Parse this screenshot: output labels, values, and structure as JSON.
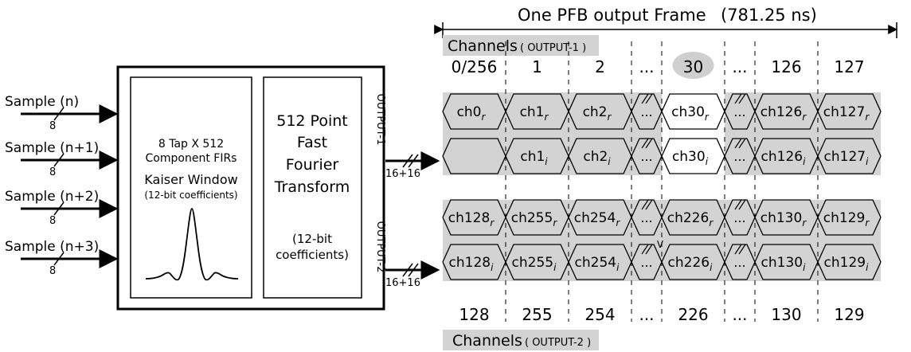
{
  "frame_title": "One PFB output Frame",
  "frame_duration": "(781.25 ns)",
  "channels_label": "Channels",
  "output1_tag": "( OUTPUT-1 )",
  "output2_tag": "( OUTPUT-2 )",
  "inputs": [
    {
      "label": "Sample (n)",
      "width": "8"
    },
    {
      "label": "Sample (n+1)",
      "width": "8"
    },
    {
      "label": "Sample (n+2)",
      "width": "8"
    },
    {
      "label": "Sample (n+3)",
      "width": "8"
    }
  ],
  "fir_block": {
    "line1": "8 Tap X 512",
    "line2": "Component FIRs",
    "window": "Kaiser Window",
    "coeff": "(12-bit coefficients)"
  },
  "fft_block": {
    "lines": [
      "512 Point",
      "Fast",
      "Fourier",
      "Transform"
    ],
    "coeff1": "(12-bit",
    "coeff2": "coefficients)"
  },
  "output_labels": [
    "OUTPUT-1",
    "OUTPUT-2"
  ],
  "bus_widths": [
    "16+16",
    "16+16"
  ],
  "top_channel_headers": [
    "0/256",
    "1",
    "2",
    "...",
    "30",
    "...",
    "126",
    "127"
  ],
  "bottom_channel_headers": [
    "128",
    "255",
    "254",
    "...",
    "226",
    "...",
    "130",
    "129"
  ],
  "slots": [
    {
      "kind": "wide",
      "out1": "0",
      "out2": "128",
      "o1r": "ch0",
      "o1i": "",
      "o2r": "ch128",
      "o2i": "ch128"
    },
    {
      "kind": "wide",
      "out1": "1",
      "out2": "255",
      "o1r": "ch1",
      "o1i": "ch1",
      "o2r": "ch255",
      "o2i": "ch255"
    },
    {
      "kind": "wide",
      "out1": "2",
      "out2": "254",
      "o1r": "ch2",
      "o1i": "ch2",
      "o2r": "ch254",
      "o2i": "ch254"
    },
    {
      "kind": "narrow",
      "text": "..."
    },
    {
      "kind": "wide",
      "highlight": true,
      "out1": "30",
      "out2": "226",
      "o1r": "ch30",
      "o1i": "ch30",
      "o2r": "ch226",
      "o2i": "ch226"
    },
    {
      "kind": "narrow",
      "text": "..."
    },
    {
      "kind": "wide",
      "out1": "126",
      "out2": "130",
      "o1r": "ch126",
      "o1i": "ch126",
      "o2r": "ch130",
      "o2i": "ch130"
    },
    {
      "kind": "wide",
      "out1": "127",
      "out2": "129",
      "o1r": "ch127",
      "o1i": "ch127",
      "o2r": "ch129",
      "o2i": "ch129"
    }
  ],
  "subscripts": {
    "real": "r",
    "imag": "i"
  },
  "marker_v": "V",
  "colors": {
    "cell_fill": "#d3d3d3",
    "highlight_badge": "#cfcfcf",
    "line": "#000000"
  }
}
